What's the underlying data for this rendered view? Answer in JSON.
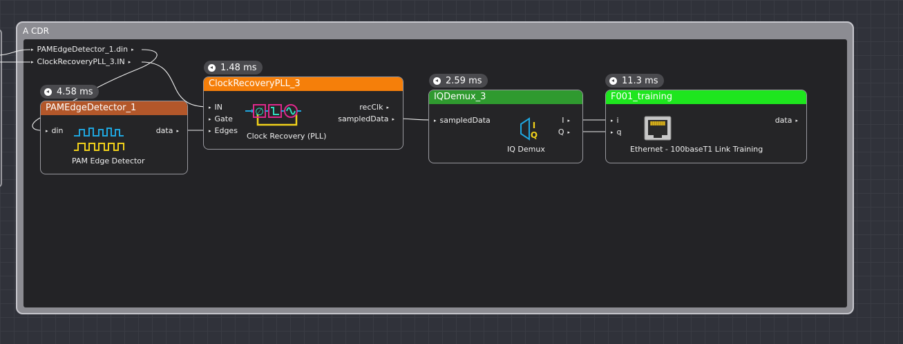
{
  "group": {
    "title": "A CDR"
  },
  "group_ports": [
    {
      "label": "PAMEdgeDetector_1.din"
    },
    {
      "label": "ClockRecoveryPLL_3.IN"
    }
  ],
  "nodes": {
    "pam": {
      "title": "PAMEdgeDetector_1",
      "timer": "4.58 ms",
      "inputs": [
        "din"
      ],
      "outputs": [
        "data"
      ],
      "caption": "PAM Edge Detector",
      "header_color": "#b3572a",
      "icon": "square-wave-icon"
    },
    "pll": {
      "title": "ClockRecoveryPLL_3",
      "timer": "1.48 ms",
      "inputs": [
        "IN",
        "Gate",
        "Edges"
      ],
      "outputs": [
        "recClk",
        "sampledData"
      ],
      "caption": "Clock Recovery (PLL)",
      "header_color": "#f57f0a",
      "icon": "pll-loop-icon"
    },
    "iq": {
      "title": "IQDemux_3",
      "timer": "2.59 ms",
      "inputs": [
        "sampledData"
      ],
      "outputs": [
        "I",
        "Q"
      ],
      "caption": "IQ Demux",
      "header_color": "#2f9a2f",
      "icon": "demux-icon"
    },
    "f001": {
      "title": "F001_training",
      "timer": "11.3 ms",
      "inputs": [
        "i",
        "q"
      ],
      "outputs": [
        "data"
      ],
      "caption": "Ethernet - 100baseT1 Link Training",
      "header_color": "#1ee61e",
      "icon": "ethernet-port-icon"
    }
  },
  "icon_letters": {
    "i": "I",
    "q": "Q"
  }
}
